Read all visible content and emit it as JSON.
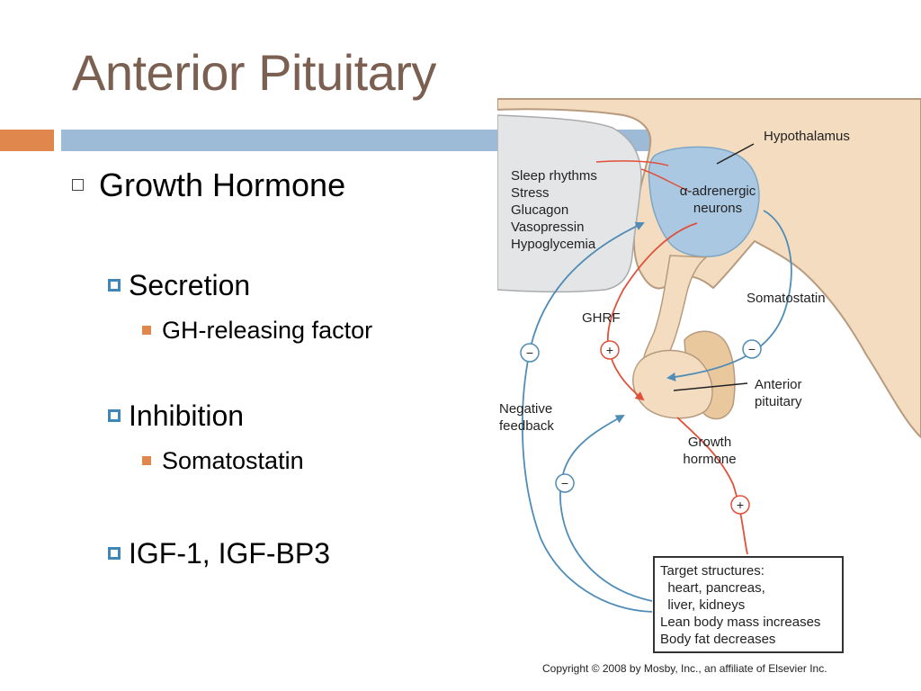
{
  "slide": {
    "title": "Anterior Pituitary"
  },
  "bullets": {
    "l1": "Growth Hormone",
    "secretion": "Secretion",
    "secretion_item": "GH-releasing factor",
    "inhibition": "Inhibition",
    "inhibition_item": "Somatostatin",
    "igf": "IGF-1, IGF-BP3"
  },
  "figure": {
    "hypothalamus": "Hypothalamus",
    "stimuli": [
      "Sleep rhythms",
      "Stress",
      "Glucagon",
      "Vasopressin",
      "Hypoglycemia"
    ],
    "neurons_line1": "α-adrenergic",
    "neurons_line2": "neurons",
    "somatostatin": "Somatostatin",
    "ghrf": "GHRF",
    "anterior_line1": "Anterior",
    "anterior_line2": "pituitary",
    "negative_line1": "Negative",
    "negative_line2": "feedback",
    "gh_line1": "Growth",
    "gh_line2": "hormone",
    "plus": "+",
    "minus": "−",
    "target": [
      "Target structures:",
      "  heart, pancreas,",
      "  liver, kidneys",
      "Lean body mass increases",
      "Body fat decreases"
    ]
  },
  "copyright": "Copyright © 2008 by Mosby, Inc., an affiliate of Elsevier Inc.",
  "colors": {
    "title": "#7b6051",
    "accent_orange": "#e0874e",
    "accent_blue": "#9dbbd6",
    "tissue": "#f3dcc0",
    "hypo_blue": "#aac8e2",
    "arrow_red": "#e0503a",
    "arrow_blue": "#4f8cb6"
  }
}
